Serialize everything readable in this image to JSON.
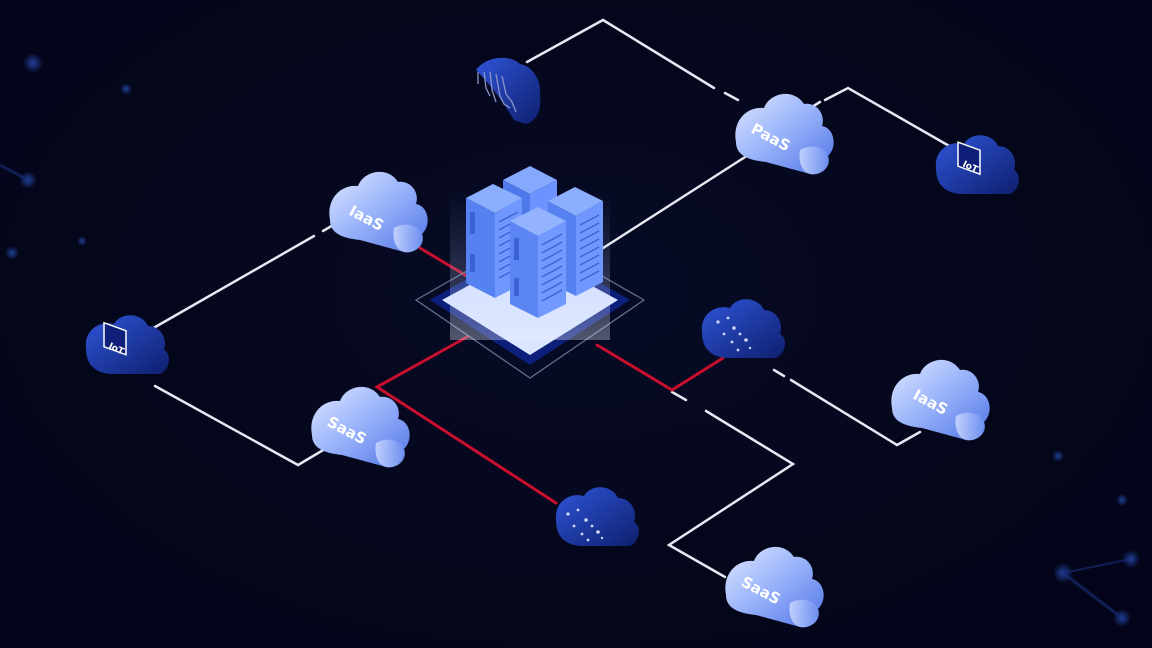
{
  "diagram": {
    "title": "",
    "colors": {
      "background": "#04061a",
      "line_white": "#e6e8f2",
      "line_red": "#c8102e",
      "cloud_light": "#b9caff",
      "cloud_mid": "#5f86f0",
      "cloud_dark": "#1f3aa8",
      "server_blue": "#5f8ef5"
    },
    "central_node": {
      "label": "",
      "icon": "server-rack-cluster-icon"
    },
    "nodes": [
      {
        "id": "iaas-top-left",
        "label": "IaaS",
        "icon": "cloud-icon"
      },
      {
        "id": "paas-top-right",
        "label": "PaaS",
        "icon": "cloud-icon"
      },
      {
        "id": "saas-left",
        "label": "SaaS",
        "icon": "cloud-icon"
      },
      {
        "id": "iaas-right",
        "label": "IaaS",
        "icon": "cloud-icon"
      },
      {
        "id": "saas-bottom-right",
        "label": "SaaS",
        "icon": "cloud-icon"
      },
      {
        "id": "iot-left",
        "label": "IoT",
        "icon": "iot-chip-cloud-icon"
      },
      {
        "id": "iot-right",
        "label": "IoT",
        "icon": "iot-chip-cloud-icon"
      },
      {
        "id": "circuit-top",
        "label": "",
        "icon": "circuit-cloud-icon"
      },
      {
        "id": "network-right",
        "label": "",
        "icon": "network-dots-cloud-icon"
      },
      {
        "id": "network-bottom",
        "label": "",
        "icon": "network-dots-cloud-icon"
      }
    ]
  }
}
